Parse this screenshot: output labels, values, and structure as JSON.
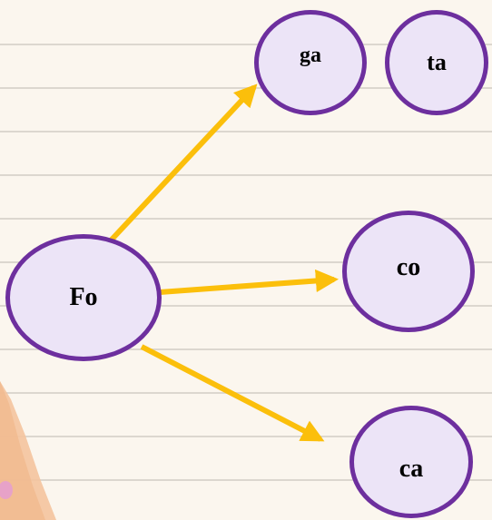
{
  "diagram": {
    "nodes": [
      {
        "id": "fo",
        "label": "Fo"
      },
      {
        "id": "ga",
        "label": "ga"
      },
      {
        "id": "ta",
        "label": "ta"
      },
      {
        "id": "co",
        "label": "co"
      },
      {
        "id": "ca",
        "label": "ca"
      }
    ],
    "edges": [
      {
        "from": "fo",
        "to": "ga"
      },
      {
        "from": "fo",
        "to": "co"
      },
      {
        "from": "fo",
        "to": "ca"
      }
    ]
  },
  "colors": {
    "background": "#fbf6ee",
    "ruled_line": "#dcd7cf",
    "node_border": "#6d2f9e",
    "node_fill": "#ece4f7",
    "arrow": "#fbbf0b"
  }
}
